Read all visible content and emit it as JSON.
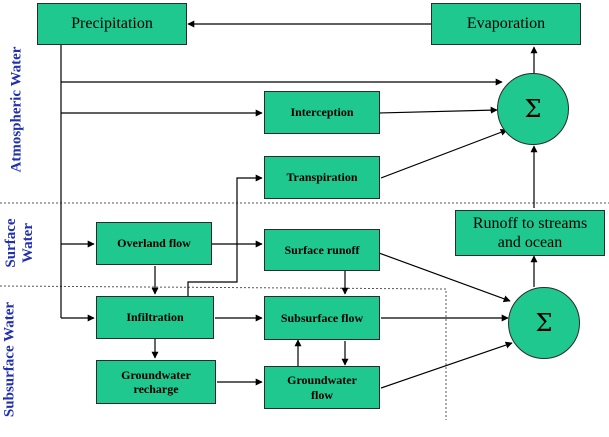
{
  "nodes": {
    "precipitation": "Precipitation",
    "evaporation": "Evaporation",
    "interception": "Interception",
    "transpiration": "Transpiration",
    "overland_flow": "Overland flow",
    "surface_runoff": "Surface runoff",
    "infiltration": "Infiltration",
    "subsurface_flow": "Subsurface flow",
    "groundwater_recharge": [
      "Groundwater",
      "recharge"
    ],
    "groundwater_flow": [
      "Groundwater",
      "flow"
    ],
    "runoff_to_streams": [
      "Runoff to streams",
      "and ocean"
    ]
  },
  "sum_symbol": "Σ",
  "zones": {
    "atmospheric": "Atmospheric Water",
    "surface": [
      "Surface",
      "Water"
    ],
    "subsurface": "Subsurface Water"
  },
  "colors": {
    "box_fill": "#1ec88e",
    "zone_label": "#2030b0",
    "line": "#000000"
  }
}
